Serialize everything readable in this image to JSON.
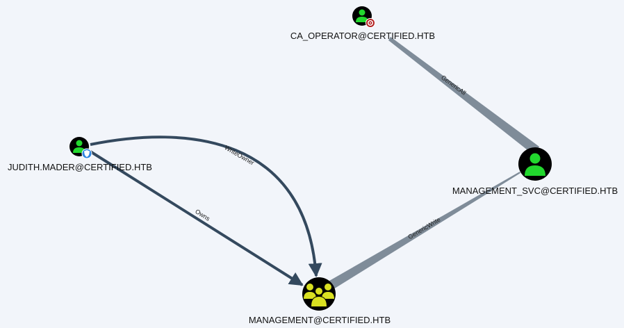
{
  "graph": {
    "nodes": {
      "ca_operator": {
        "label": "CA_OPERATOR@CERTIFIED.HTB",
        "type": "user",
        "badge": "target-icon"
      },
      "judith": {
        "label": "JUDITH.MADER@CERTIFIED.HTB",
        "type": "user",
        "badge": "owned-icon"
      },
      "management_svc": {
        "label": "MANAGEMENT_SVC@CERTIFIED.HTB",
        "type": "user"
      },
      "management": {
        "label": "MANAGEMENT@CERTIFIED.HTB",
        "type": "group"
      }
    },
    "edges": {
      "generic_all": {
        "label": "GenericAll",
        "from": "management_svc",
        "to": "ca_operator"
      },
      "write_owner": {
        "label": "WriteOwner",
        "from": "judith",
        "to": "management"
      },
      "owns": {
        "label": "Owns",
        "from": "judith",
        "to": "management"
      },
      "generic_write": {
        "label": "GenericWrite",
        "from": "management",
        "to": "management_svc"
      }
    },
    "colors": {
      "background": "#f2f5fa",
      "user_icon": "#22d82e",
      "group_icon": "#d9e021",
      "node_fill": "#000000",
      "edge_dark": "#34495e",
      "edge_grey": "#7f8c99",
      "target_badge": "#b32020",
      "owned_badge": "#2f86e0"
    }
  }
}
